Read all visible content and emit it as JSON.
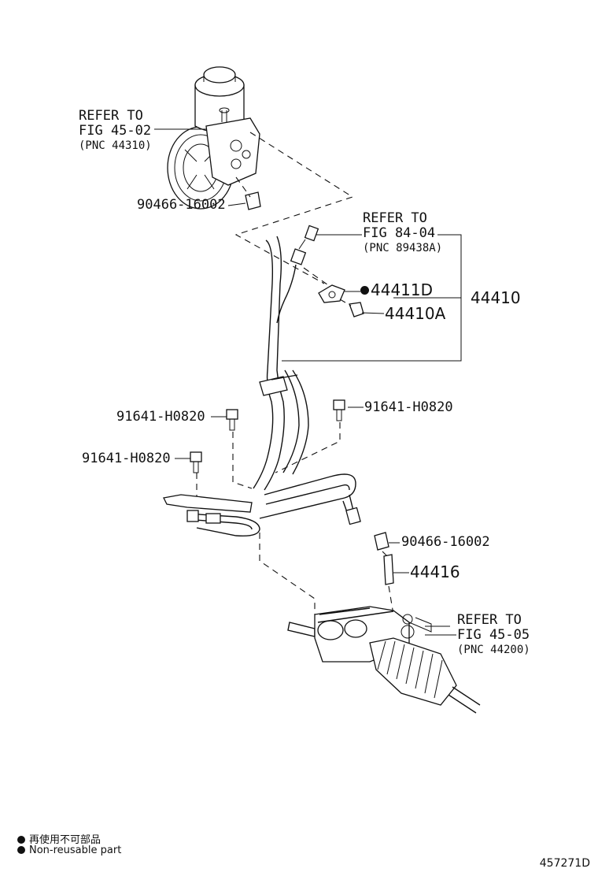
{
  "refs": {
    "pump": {
      "line1": "REFER TO",
      "line2": "FIG 45-02",
      "line3": "(PNC 44310)"
    },
    "sensor": {
      "line1": "REFER TO",
      "line2": "FIG 84-04",
      "line3": "(PNC 89438A)"
    },
    "gear": {
      "line1": "REFER TO",
      "line2": "FIG 45-05",
      "line3": "(PNC 44200)"
    }
  },
  "parts": {
    "clamp_top": "90466-16002",
    "gasket": "44411D",
    "bolt_union": "44410A",
    "hose_assy": "44410",
    "bolt_right": "91641-H0820",
    "bolt_left_upper": "91641-H0820",
    "bolt_left_lower": "91641-H0820",
    "clamp_bottom": "90466-16002",
    "union": "44416"
  },
  "legend": {
    "jp": "再使用不可部品",
    "en": "Non-reusable part"
  },
  "figure_id": "457271D"
}
